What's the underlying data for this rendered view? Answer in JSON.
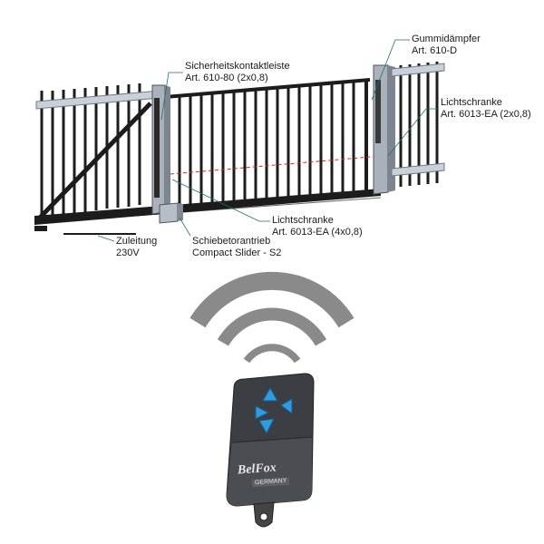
{
  "labels": {
    "gummidaempfer": {
      "line1": "Gummidämpfer",
      "line2": "Art. 610-D"
    },
    "sicherheitskontaktleiste": {
      "line1": "Sicherheitskontaktleiste",
      "line2": "Art. 610-80 (2x0,8)"
    },
    "lichtschranke_right": {
      "line1": "Lichtschranke",
      "line2": "Art. 6013-EA (2x0,8)"
    },
    "lichtschranke_bottom": {
      "line1": "Lichtschranke",
      "line2": "Art. 6013-EA (4x0,8)"
    },
    "zuleitung": {
      "line1": "Zuleitung",
      "line2": "230V"
    },
    "schiebetorantrieb": {
      "line1": "Schiebetorantrieb",
      "line2": "Compact Slider - S2"
    }
  },
  "remote": {
    "brand": "BelFox",
    "brand_sub": "GERMANY"
  },
  "colors": {
    "gate": "#1c1c1c",
    "post": "#9aa3ad",
    "beam": "#e0241c",
    "signal": "#8a8a8a",
    "remote_body": "#3b3e42",
    "button": "#2f9be0"
  }
}
